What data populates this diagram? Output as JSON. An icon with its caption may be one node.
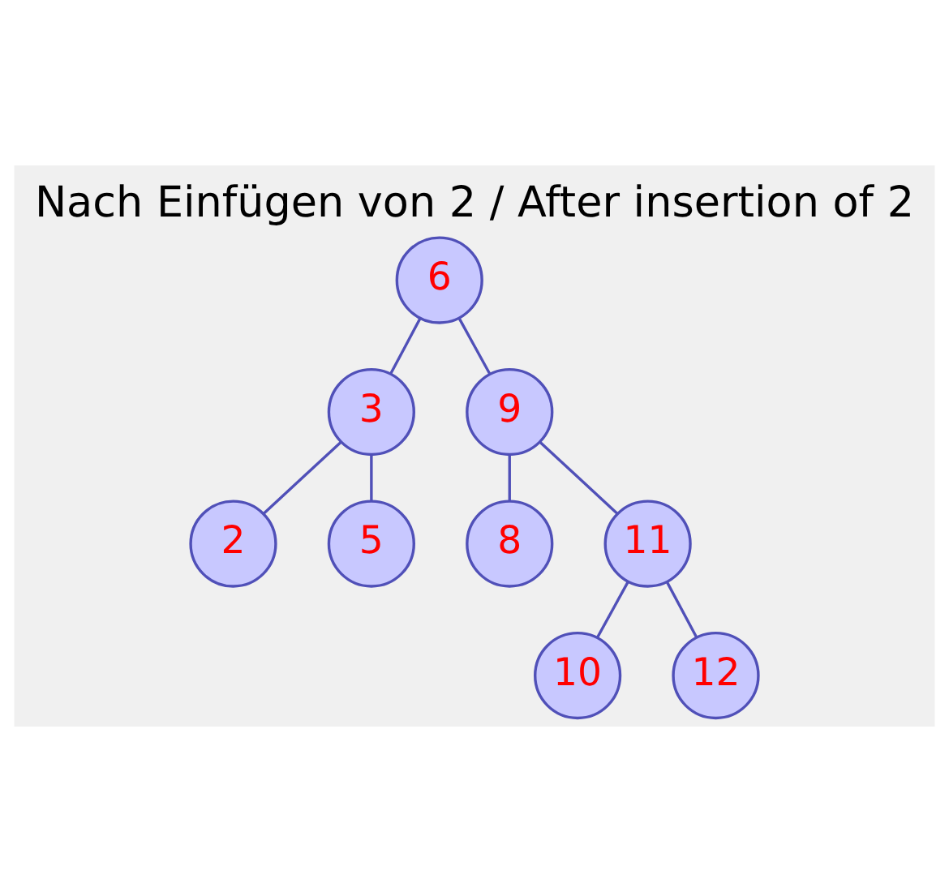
{
  "diagram": {
    "title": "Nach Einfügen von 2 / After insertion of 2",
    "nodes": [
      {
        "text": [
          "6"
        ]
      },
      {
        "text": [
          "3"
        ]
      },
      {
        "text": [
          "9"
        ]
      },
      {
        "text": [
          "2"
        ]
      },
      {
        "text": [
          "5"
        ]
      },
      {
        "text": [
          "8"
        ]
      },
      {
        "text": [
          "11"
        ]
      },
      {
        "text": [
          "10"
        ]
      },
      {
        "text": [
          "12"
        ]
      }
    ],
    "edges": [
      {
        "from": 0,
        "to": 1,
        "arrow": "none"
      },
      {
        "from": 0,
        "to": 2,
        "arrow": "none"
      },
      {
        "from": 1,
        "to": 3,
        "arrow": "none"
      },
      {
        "from": 1,
        "to": 4,
        "arrow": "none"
      },
      {
        "from": 2,
        "to": 5,
        "arrow": "none"
      },
      {
        "from": 2,
        "to": 6,
        "arrow": "none"
      },
      {
        "from": 6,
        "to": 7,
        "arrow": "none"
      },
      {
        "from": 6,
        "to": 8,
        "arrow": "none"
      }
    ]
  }
}
